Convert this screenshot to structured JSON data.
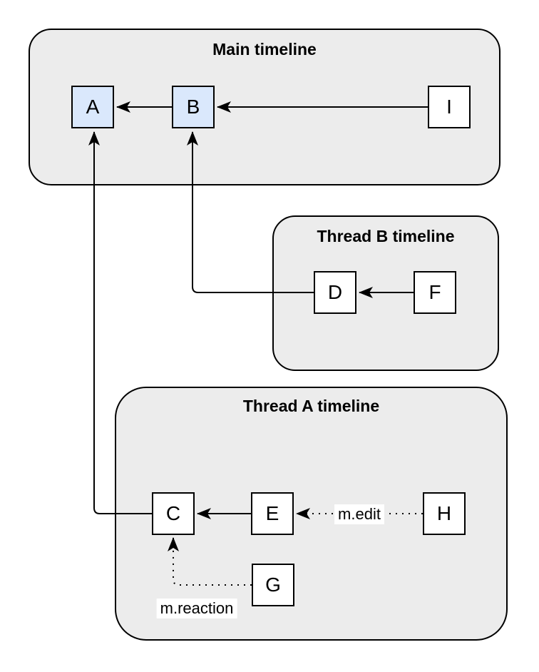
{
  "diagram": {
    "containers": {
      "main": {
        "title": "Main timeline"
      },
      "thread_b": {
        "title": "Thread B timeline"
      },
      "thread_a": {
        "title": "Thread A timeline"
      }
    },
    "nodes": {
      "A": {
        "label": "A",
        "fill": "#dae8fc",
        "container": "main"
      },
      "B": {
        "label": "B",
        "fill": "#dae8fc",
        "container": "main"
      },
      "I": {
        "label": "I",
        "fill": "#ffffff",
        "container": "main"
      },
      "D": {
        "label": "D",
        "fill": "#ffffff",
        "container": "thread_b"
      },
      "F": {
        "label": "F",
        "fill": "#ffffff",
        "container": "thread_b"
      },
      "C": {
        "label": "C",
        "fill": "#ffffff",
        "container": "thread_a"
      },
      "E": {
        "label": "E",
        "fill": "#ffffff",
        "container": "thread_a"
      },
      "H": {
        "label": "H",
        "fill": "#ffffff",
        "container": "thread_a"
      },
      "G": {
        "label": "G",
        "fill": "#ffffff",
        "container": "thread_a"
      }
    },
    "edges": [
      {
        "from": "B",
        "to": "A",
        "style": "solid",
        "label": ""
      },
      {
        "from": "I",
        "to": "B",
        "style": "solid",
        "label": ""
      },
      {
        "from": "D",
        "to": "B",
        "style": "solid",
        "label": ""
      },
      {
        "from": "F",
        "to": "D",
        "style": "solid",
        "label": ""
      },
      {
        "from": "C",
        "to": "A",
        "style": "solid",
        "label": ""
      },
      {
        "from": "E",
        "to": "C",
        "style": "solid",
        "label": ""
      },
      {
        "from": "H",
        "to": "E",
        "style": "dotted",
        "label": "m.edit"
      },
      {
        "from": "G",
        "to": "C",
        "style": "dotted",
        "label": "m.reaction"
      }
    ],
    "colors": {
      "container_fill": "#ececec",
      "node_highlight_fill": "#dae8fc",
      "node_default_fill": "#ffffff",
      "stroke": "#000000",
      "label_background": "#ffffff"
    }
  }
}
